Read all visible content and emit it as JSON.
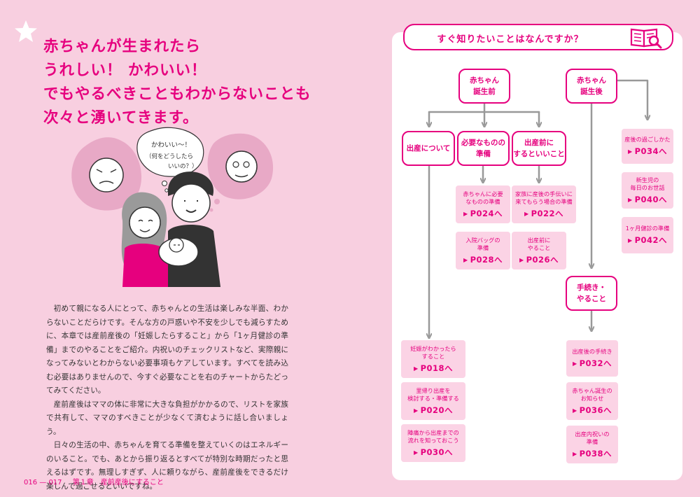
{
  "headline": [
    "赤ちゃんが生まれたら",
    "うれしい！ かわいい！",
    "でもやるべきこともわからないことも",
    "次々と湧いてきます。"
  ],
  "speech": [
    "かわいい〜！",
    "（何をどうしたら",
    "いいの？）"
  ],
  "body": [
    "初めて親になる人にとって、赤ちゃんとの生活は楽しみな半面、わからないことだらけです。そんな方の戸惑いや不安を少しでも減らすために、本章では産前産後の「妊娠したらすること」から「1ヶ月健診の準備」までのやることをご紹介。内祝いのチェックリストなど、実際親になってみないとわからない必要事項もケアしています。すべてを読み込む必要はありませんので、今すぐ必要なことを右のチャートからたどってみてください。",
    "産前産後はママの体に非常に大きな負担がかかるので、リストを家族で共有して、ママのすべきことが少なくて済むように話し合いましょう。",
    "日々の生活の中、赤ちゃんを育てる準備を整えていくのはエネルギーのいること。でも、あとから振り返るとすべてが特別な時期だったと思えるはずです。無理しすぎず、人に頼りながら、産前産後をできるだけ楽しんで過ごせるといいですね。"
  ],
  "footer": {
    "pages": "016 — 017",
    "chapter": "第１章　産前産後にすること"
  },
  "chart": {
    "title": "すぐ知りたいことはなんですか？",
    "nodes": {
      "before": [
        "赤ちゃん",
        "誕生前"
      ],
      "after": [
        "赤ちゃん",
        "誕生後"
      ],
      "birth": [
        "出産について"
      ],
      "needs": [
        "必要なものの",
        "準備"
      ],
      "before_birth": [
        "出産前に",
        "するといいこと"
      ],
      "procedures": [
        "手続き・",
        "やること"
      ]
    },
    "pages": {
      "p034": {
        "label": [
          "産後の過ごしかた"
        ],
        "page": "P034へ"
      },
      "p040": {
        "label": [
          "新生児の",
          "毎日のお世話"
        ],
        "page": "P040へ"
      },
      "p042": {
        "label": [
          "1ヶ月健診の準備"
        ],
        "page": "P042へ"
      },
      "p024": {
        "label": [
          "赤ちゃんに必要",
          "なものの準備"
        ],
        "page": "P024へ"
      },
      "p022": {
        "label": [
          "家族に産後の手伝いに",
          "来てもらう場合の準備"
        ],
        "page": "P022へ"
      },
      "p028": {
        "label": [
          "入院バッグの",
          "準備"
        ],
        "page": "P028へ"
      },
      "p026": {
        "label": [
          "出産前に",
          "やること"
        ],
        "page": "P026へ"
      },
      "p018": {
        "label": [
          "妊娠がわかったら",
          "すること"
        ],
        "page": "P018へ"
      },
      "p020": {
        "label": [
          "里帰り出産を",
          "検討する・準備する"
        ],
        "page": "P020へ"
      },
      "p030": {
        "label": [
          "陣痛から出産までの",
          "流れを知っておこう"
        ],
        "page": "P030へ"
      },
      "p032": {
        "label": [
          "出産後の手続き"
        ],
        "page": "P032へ"
      },
      "p036": {
        "label": [
          "赤ちゃん誕生の",
          "お知らせ"
        ],
        "page": "P036へ"
      },
      "p038": {
        "label": [
          "出産内祝いの",
          "準備"
        ],
        "page": "P038へ"
      }
    }
  },
  "colors": {
    "accent": "#e6007e",
    "pink_bg": "#f8cfe0",
    "box_bg": "#fbd3e5",
    "arrow": "#999999"
  }
}
